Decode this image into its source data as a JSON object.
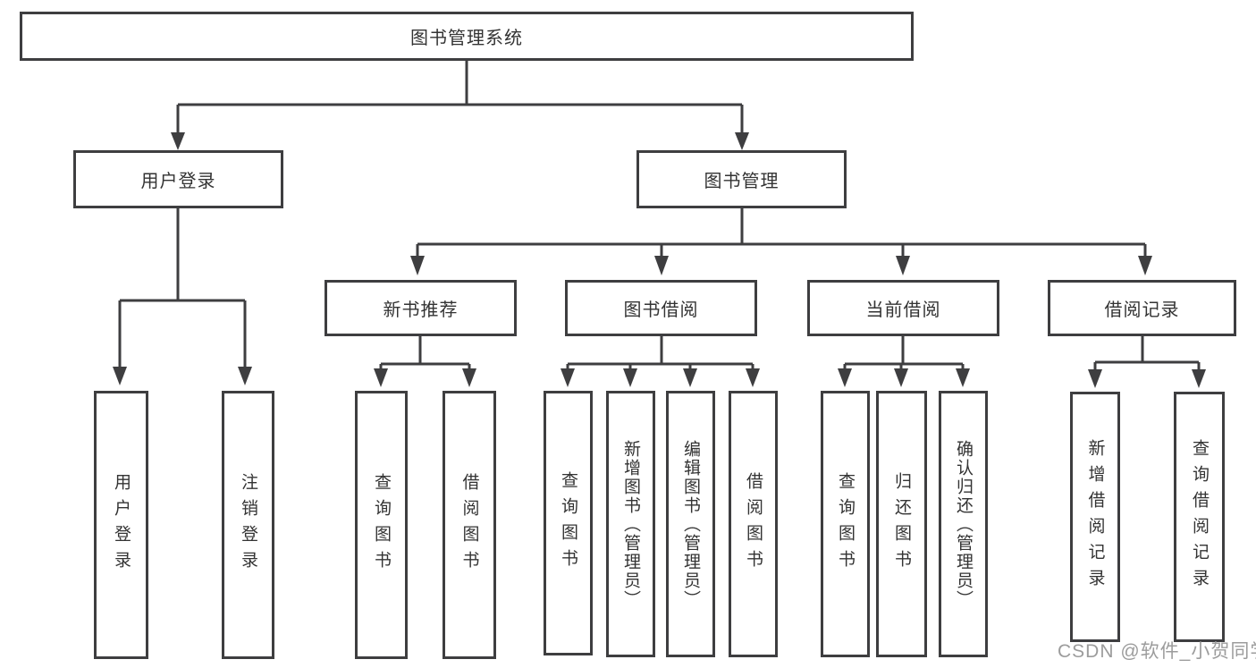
{
  "diagram": {
    "root": {
      "label": "图书管理系统"
    },
    "level1": {
      "user_login": {
        "label": "用户登录"
      },
      "book_mgmt": {
        "label": "图书管理"
      }
    },
    "level2": {
      "new_book_rec": {
        "label": "新书推荐"
      },
      "book_borrow": {
        "label": "图书借阅"
      },
      "current_borrow": {
        "label": "当前借阅"
      },
      "borrow_record": {
        "label": "借阅记录"
      }
    },
    "leaves": {
      "user_login_leaf": {
        "label": "用户登录"
      },
      "logout_leaf": {
        "label": "注销登录"
      },
      "rec_query": {
        "label": "查询图书"
      },
      "rec_borrow": {
        "label": "借阅图书"
      },
      "bb_query": {
        "label": "查询图书"
      },
      "bb_add": {
        "label": "新增图书（管理员）"
      },
      "bb_edit": {
        "label": "编辑图书（管理员）"
      },
      "bb_borrow": {
        "label": "借阅图书"
      },
      "cb_query": {
        "label": "查询图书"
      },
      "cb_return": {
        "label": "归还图书"
      },
      "cb_confirm": {
        "label": "确认归还（管理员）"
      },
      "br_add": {
        "label": "新增借阅记录"
      },
      "br_query": {
        "label": "查询借阅记录"
      }
    },
    "watermark": "CSDN @软件_小贺同学",
    "colors": {
      "line": "#3e3e40",
      "text": "#333333",
      "watermark": "#9c9c9c",
      "background": "#ffffff"
    }
  }
}
